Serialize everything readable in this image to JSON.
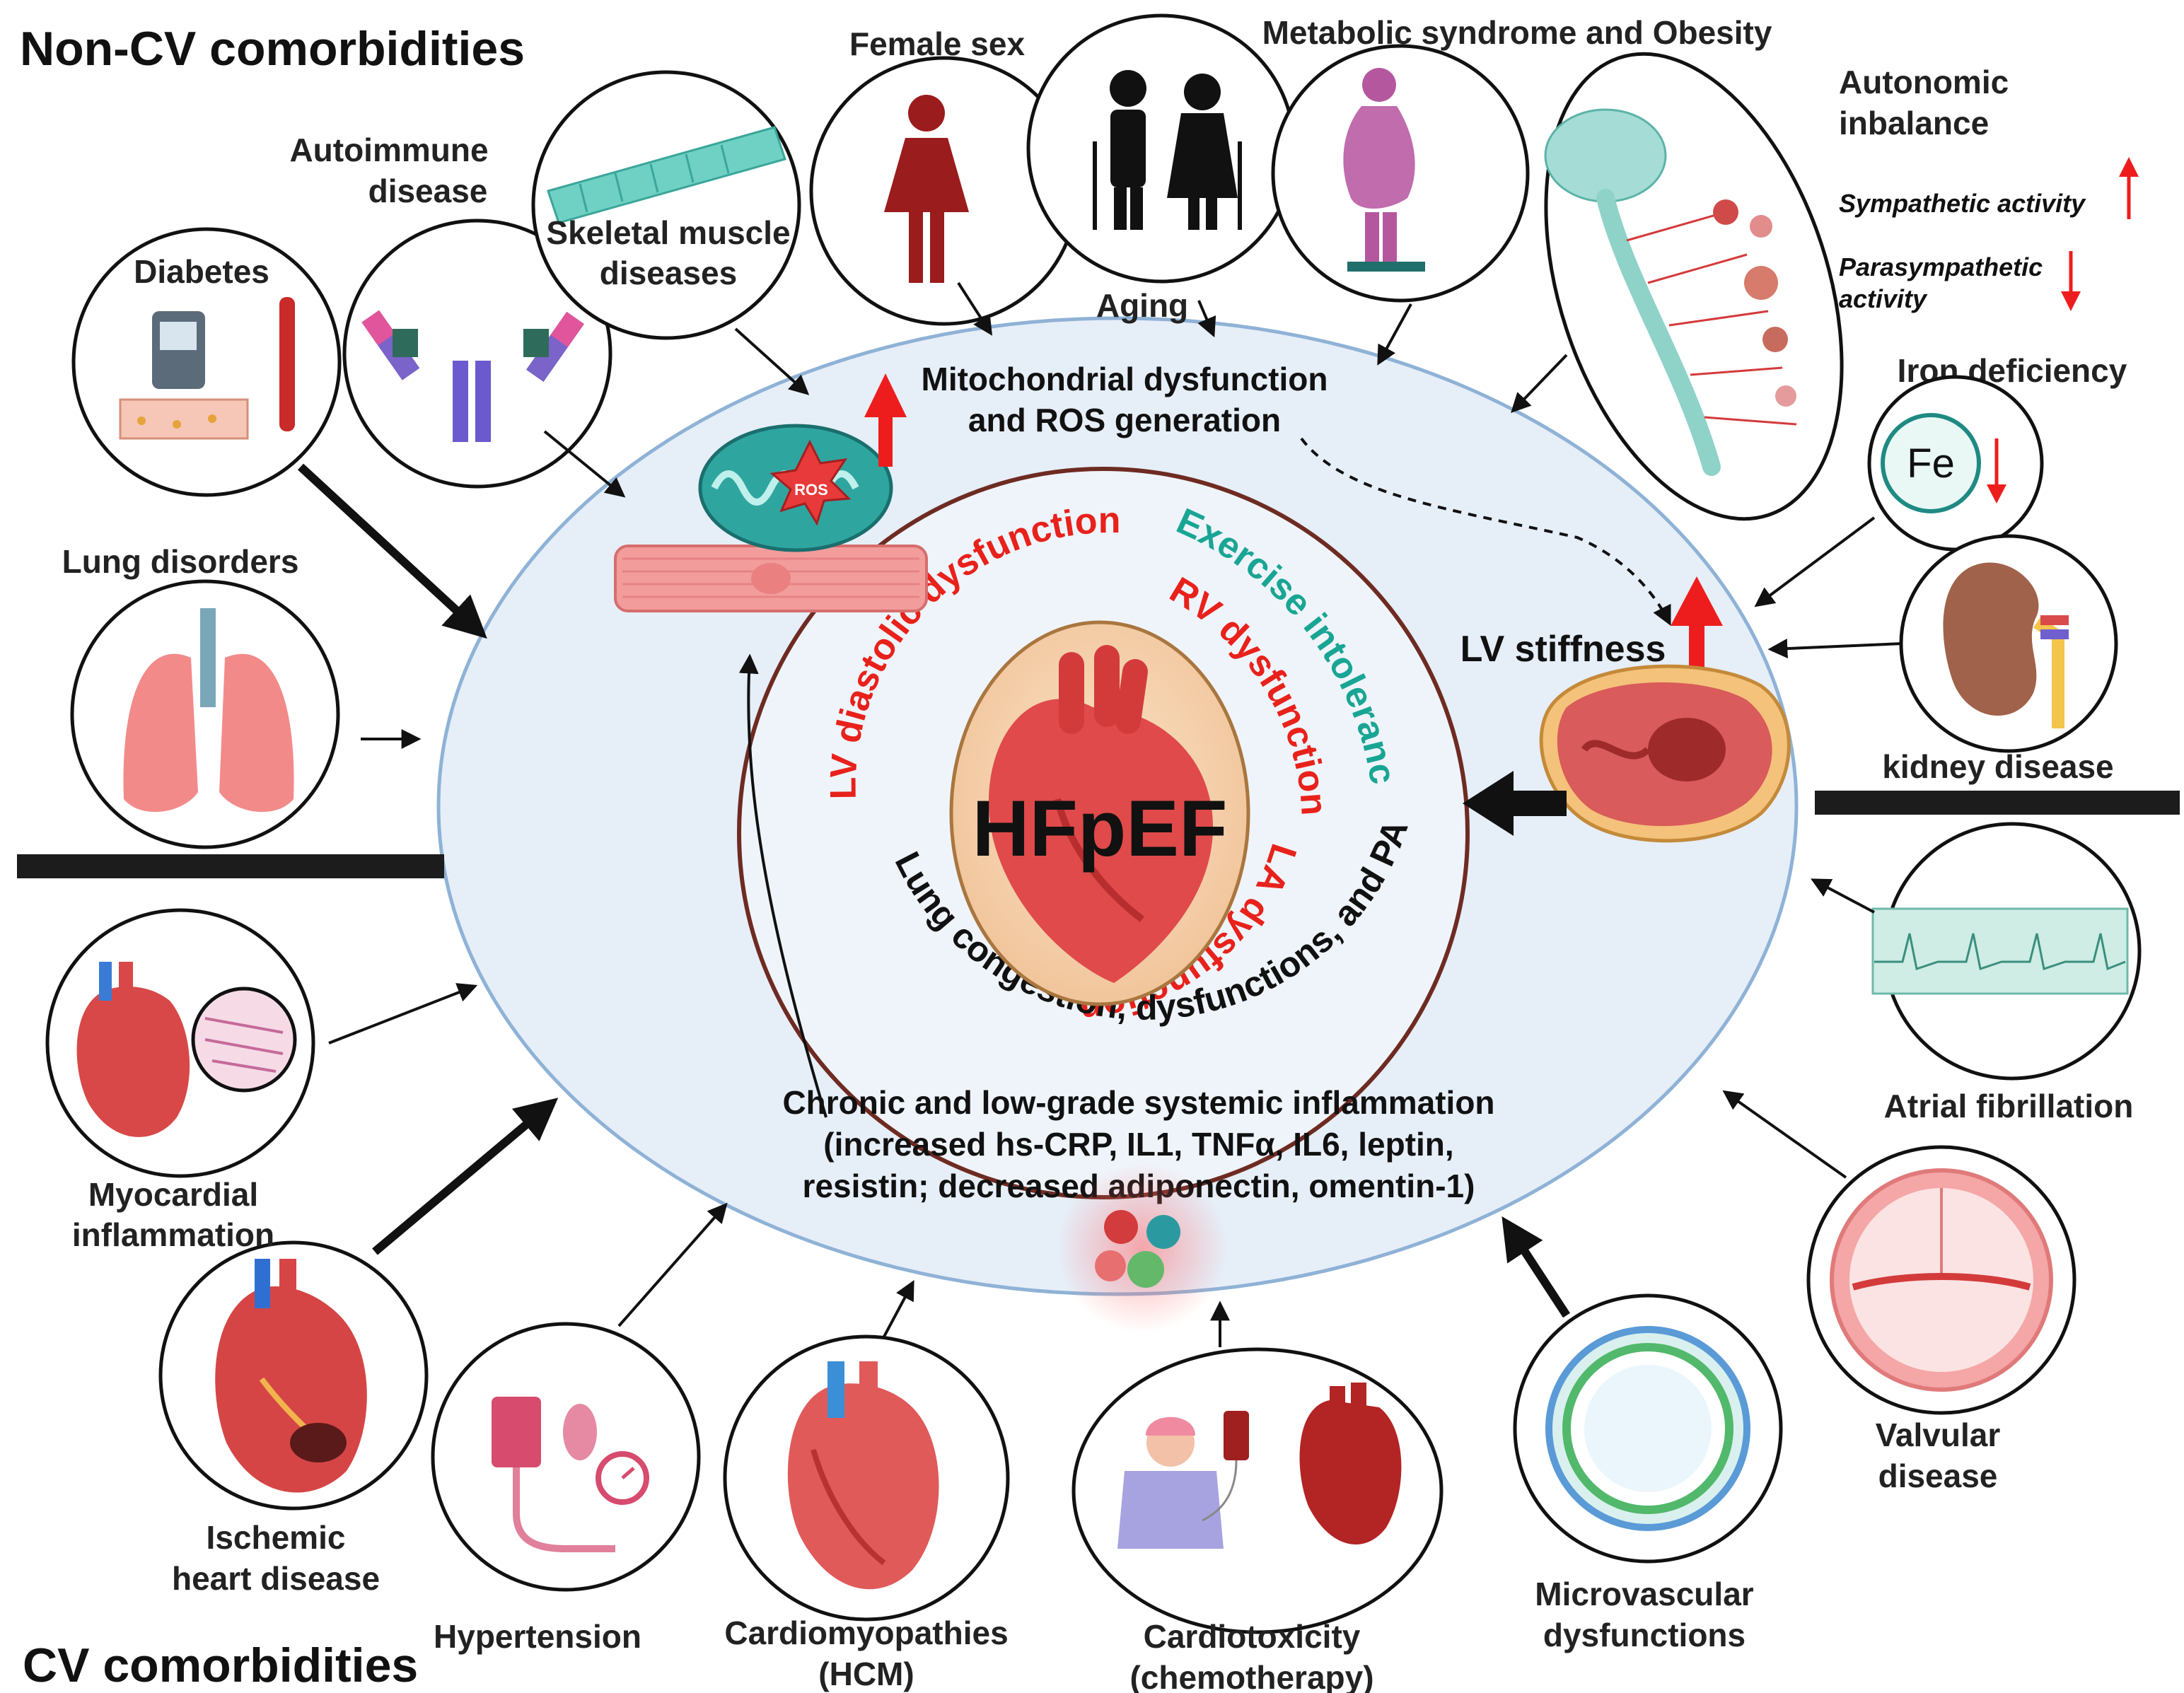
{
  "sections": {
    "non_cv": "Non-CV comorbidities",
    "cv": "CV comorbidities"
  },
  "center": {
    "title": "HFpEF",
    "ring_lv_diastolic": "LV diastolic dysfunction",
    "ring_exercise": "Exercise intolerance",
    "ring_rv": "RV dysfunction",
    "ring_la": "LA dysfunction",
    "ring_lung": "Lung congestion, dysfunctions, and PAH"
  },
  "mechanisms": {
    "mito_line1": "Mitochondrial dysfunction",
    "mito_line2": "and ROS generation",
    "ros": "ROS",
    "lv_stiffness": "LV stiffness",
    "inflam_line1": "Chronic and low-grade systemic inflammation",
    "inflam_line2": "(increased hs-CRP, IL1, TNFα, IL6, leptin,",
    "inflam_line3": "resistin; decreased adiponectin, omentin-1)"
  },
  "non_cv_items": {
    "diabetes": "Diabetes",
    "autoimmune_1": "Autoimmune",
    "autoimmune_2": "disease",
    "skeletal_1": "Skeletal muscle",
    "skeletal_2": "diseases",
    "female_sex": "Female sex",
    "aging": "Aging",
    "metabolic": "Metabolic syndrome and Obesity",
    "autonomic_1": "Autonomic",
    "autonomic_2": "inbalance",
    "sympathetic": "Sympathetic activity",
    "parasympathetic_1": "Parasympathetic",
    "parasympathetic_2": "activity",
    "iron": "Iron deficiency",
    "fe": "Fe",
    "kidney": "kidney disease",
    "lung": "Lung disorders"
  },
  "cv_items": {
    "atrial": "Atrial fibrillation",
    "valvular_1": "Valvular",
    "valvular_2": "disease",
    "microvascular_1": "Microvascular",
    "microvascular_2": "dysfunctions",
    "cardiotox_1": "Cardiotoxicity",
    "cardiotox_2": "(chemotherapy)",
    "cardiomyo_1": "Cardiomyopathies",
    "cardiomyo_2": "(HCM)",
    "hypertension": "Hypertension",
    "ischemic_1": "Ischemic",
    "ischemic_2": "heart disease",
    "myocardial_1": "Myocardial",
    "myocardial_2": "inflammation"
  },
  "colors": {
    "ellipse_fill": "#e6eef8",
    "ellipse_stroke": "#8fb2d6",
    "red_text": "#e8211b",
    "teal_text": "#19a594",
    "arrow_red": "#ee1d1d"
  },
  "icons": [
    "glucose-meter-icon",
    "antibody-icon",
    "muscle-fiber-icon",
    "female-icon",
    "elderly-couple-icon",
    "obese-person-icon",
    "nervous-system-icon",
    "fe-icon",
    "kidney-icon",
    "lungs-icon",
    "ecg-icon",
    "heart-valve-icon",
    "blood-vessel-icon",
    "chemotherapy-icon",
    "heart-icon",
    "blood-pressure-icon",
    "mitochondria-icon",
    "immune-cells-icon"
  ]
}
